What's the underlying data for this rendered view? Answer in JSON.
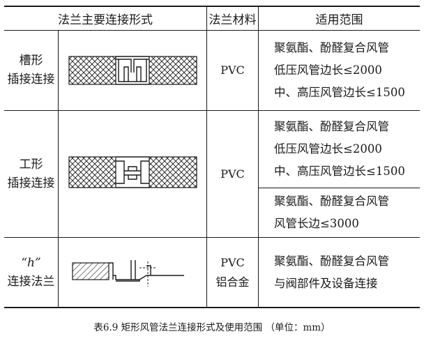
{
  "table": {
    "headers": {
      "form": "法兰主要连接形式",
      "material": "法兰材料",
      "range": "适用范围"
    },
    "rows": [
      {
        "name_lines": [
          "槽形",
          "插接连接"
        ],
        "material_lines": [
          "PVC"
        ],
        "ranges": [
          [
            "聚氨酯、酚醛复合风管",
            "低压风管边长≤2000",
            "中、高压风管边长≤1500"
          ]
        ]
      },
      {
        "name_lines": [
          "工形",
          "插接连接"
        ],
        "material_lines": [
          "PVC"
        ],
        "ranges": [
          [
            "聚氨酯、酚醛复合风管",
            "低压风管边长≤2000",
            "中、高压风管边长≤1500"
          ],
          [
            "聚氨酯、酚醛复合风管",
            "风管长边≤3000"
          ]
        ]
      },
      {
        "name_lines": [
          "“h”",
          "连接法兰"
        ],
        "material_lines": [
          "PVC",
          "铝合金"
        ],
        "ranges": [
          [
            "聚氨酯、酚醛复合风管",
            "与阀部件及设备连接"
          ]
        ]
      }
    ]
  },
  "caption": "表6.9  矩形风管法兰连接形式及使用范围  （单位：mm）"
}
